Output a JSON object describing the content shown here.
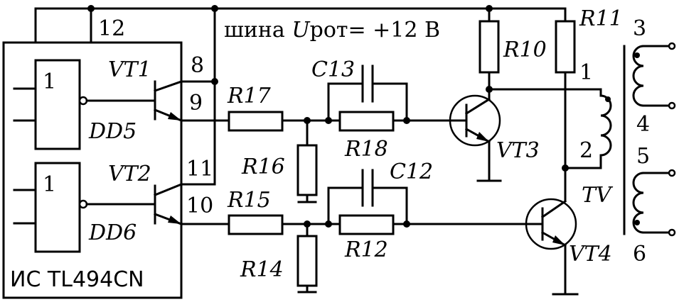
{
  "bus_label": {
    "prefix": "шина ",
    "u": "U",
    "sub": "рот",
    "value": "= +12 В"
  },
  "ic_label": "ИС TL494CN",
  "gates": {
    "dd5": "DD5",
    "dd6": "DD6",
    "one": "1"
  },
  "pins": {
    "p12": "12",
    "p8": "8",
    "p9": "9",
    "p11": "11",
    "p10": "10"
  },
  "transistors": {
    "vt1": "VT1",
    "vt2": "VT2",
    "vt3": "VT3",
    "vt4": "VT4"
  },
  "resistors": {
    "r10": "R10",
    "r11": "R11",
    "r12": "R12",
    "r14": "R14",
    "r15": "R15",
    "r16": "R16",
    "r17": "R17",
    "r18": "R18"
  },
  "capacitors": {
    "c12": "C12",
    "c13": "C13"
  },
  "transformer": {
    "name": "TV",
    "w1": "1",
    "w2": "2",
    "w3": "3",
    "w4": "4",
    "w5": "5",
    "w6": "6"
  }
}
